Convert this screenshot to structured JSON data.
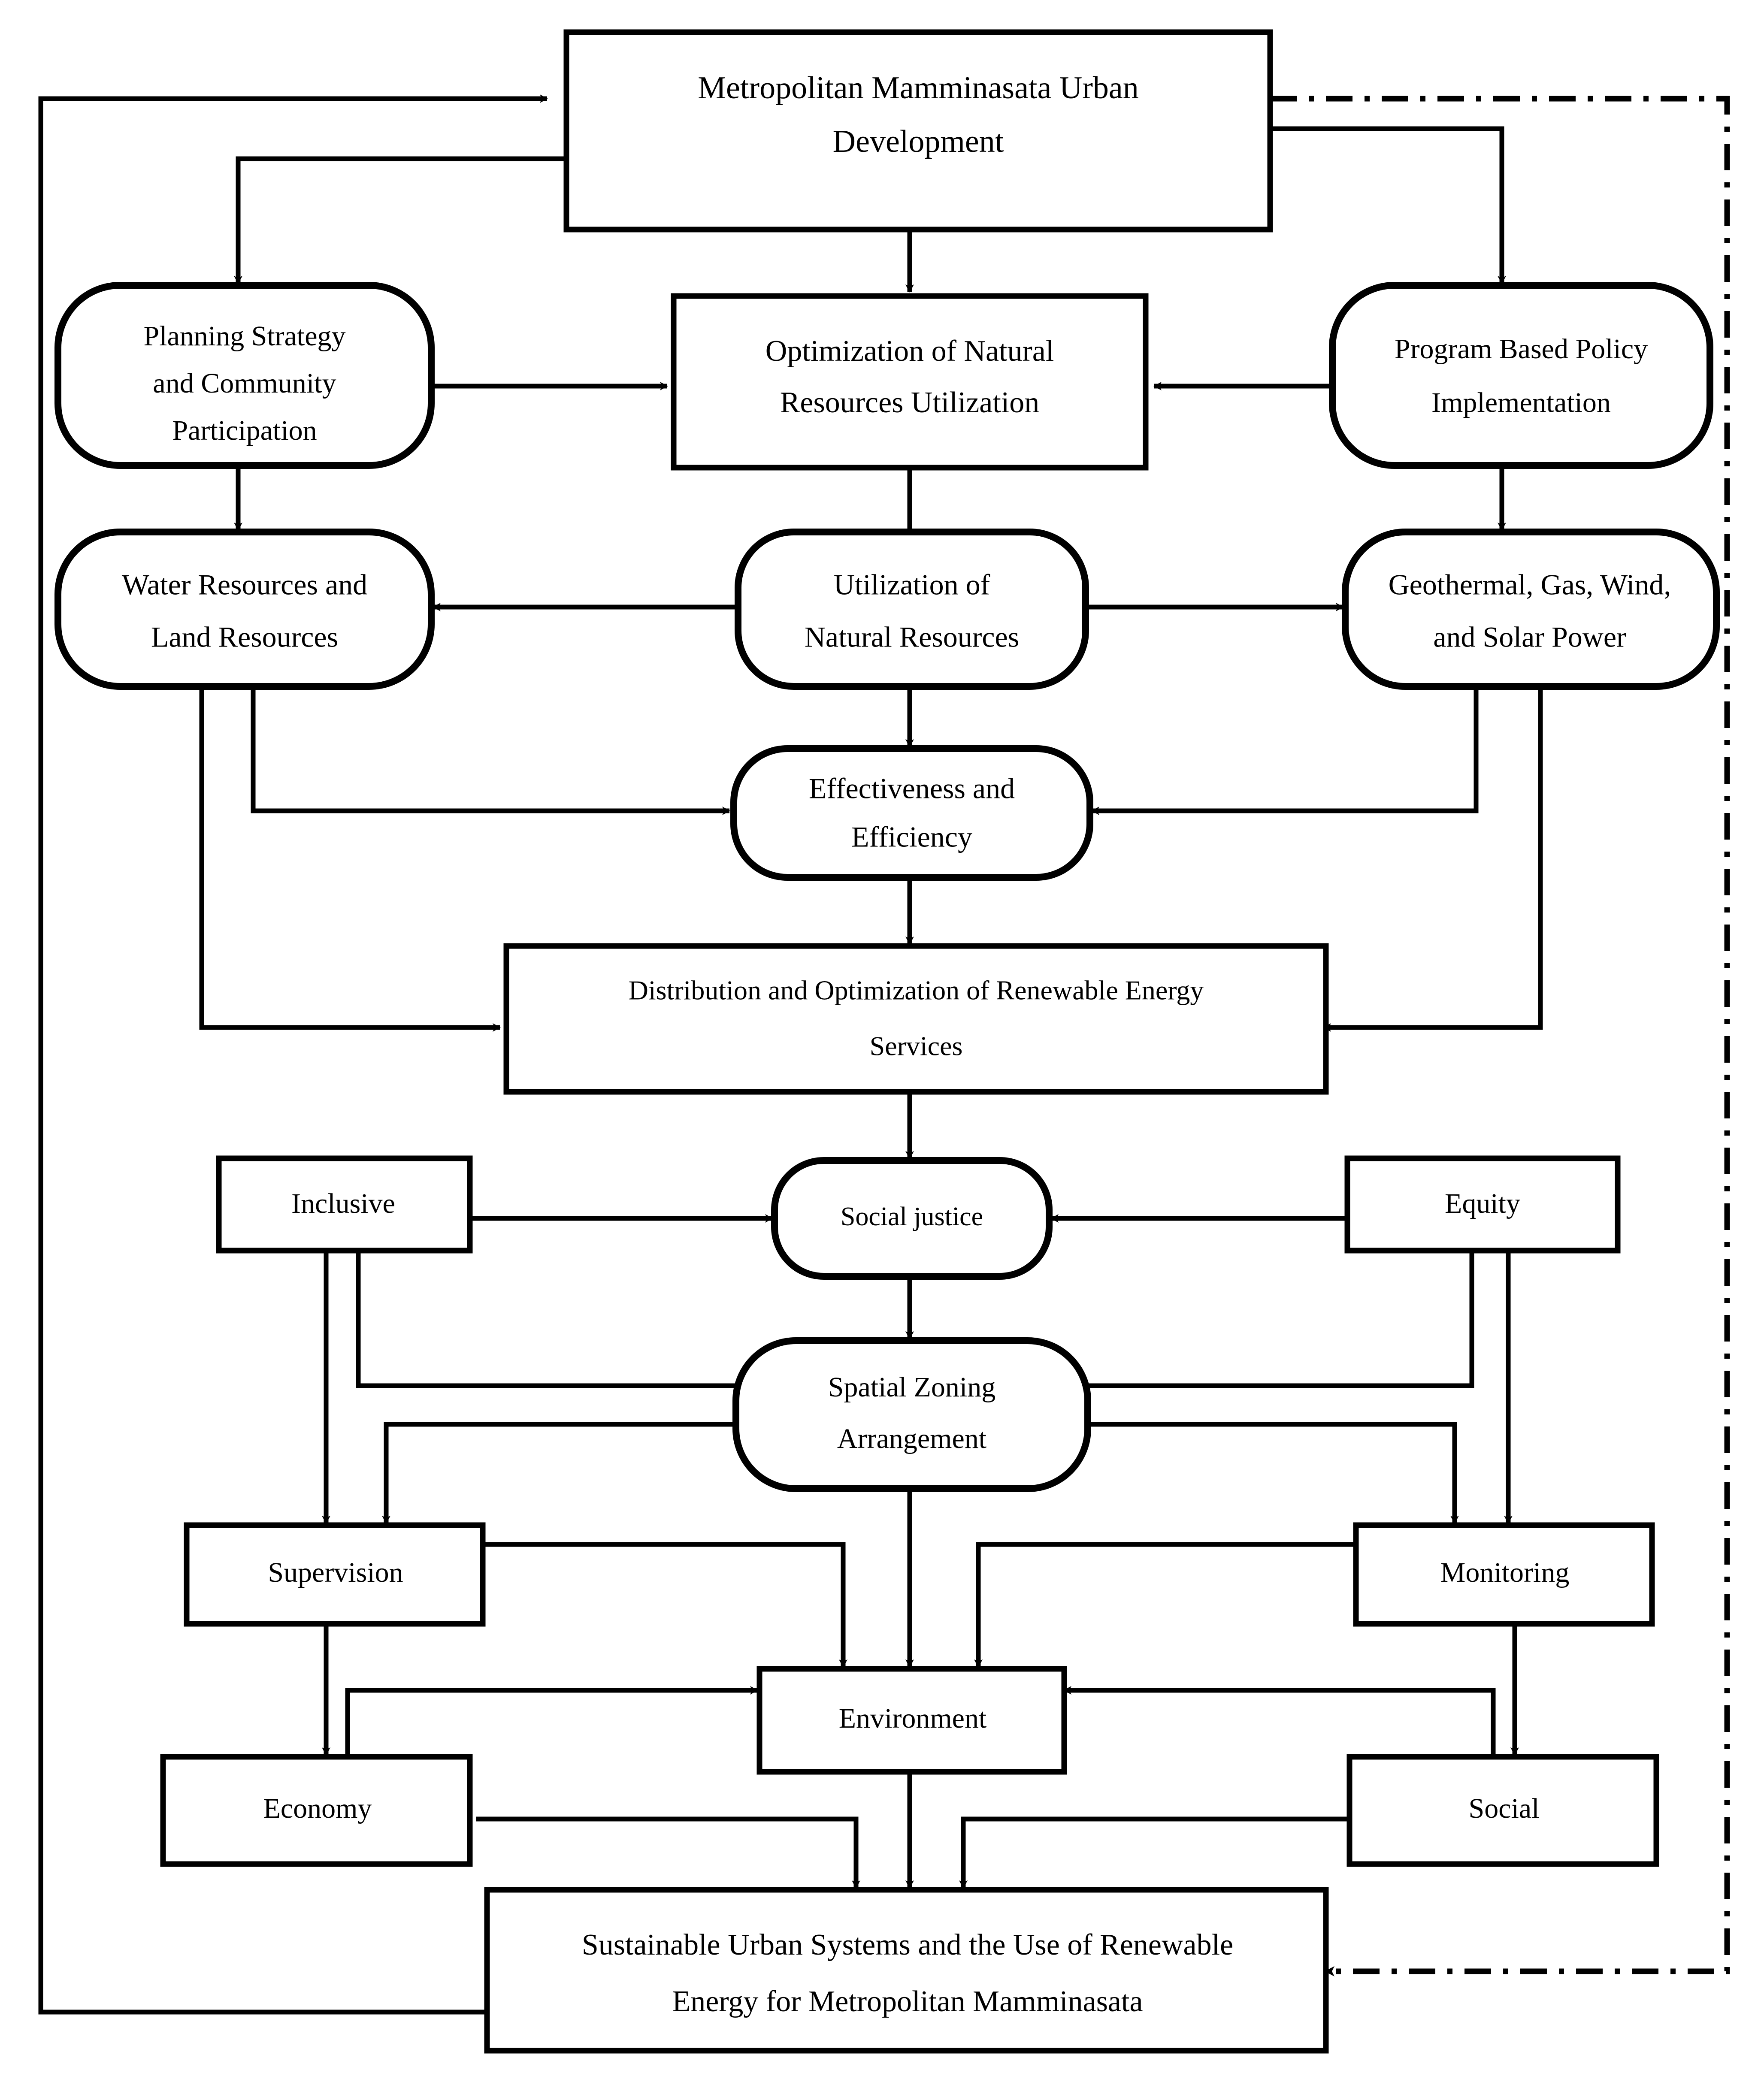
{
  "diagram": {
    "type": "flowchart",
    "title": "Sustainable Urban Systems and Renewable Energy Framework for Metropolitan Mamminasata",
    "colors": {
      "stroke": "#000000",
      "fill": "#ffffff",
      "text": "#000000"
    },
    "nodes": [
      {
        "id": "n1",
        "shape": "rect",
        "lines": [
          "Metropolitan Mamminasata Urban",
          "Development"
        ]
      },
      {
        "id": "n2",
        "shape": "rounded",
        "lines": [
          "Planning Strategy",
          "and Community",
          "Participation"
        ]
      },
      {
        "id": "n3",
        "shape": "rect",
        "lines": [
          "Optimization of Natural",
          "Resources Utilization"
        ]
      },
      {
        "id": "n4",
        "shape": "rounded",
        "lines": [
          "Program Based Policy",
          "Implementation"
        ]
      },
      {
        "id": "n5",
        "shape": "rounded",
        "lines": [
          "Water Resources and",
          "Land Resources"
        ]
      },
      {
        "id": "n6",
        "shape": "rounded",
        "lines": [
          "Utilization of",
          "Natural Resources"
        ]
      },
      {
        "id": "n7",
        "shape": "rounded",
        "lines": [
          "Geothermal, Gas, Wind,",
          "and Solar Power"
        ]
      },
      {
        "id": "n8",
        "shape": "rounded",
        "lines": [
          "Effectiveness and",
          "Efficiency"
        ]
      },
      {
        "id": "n9",
        "shape": "rect",
        "lines": [
          "Distribution and Optimization of Renewable Energy",
          "Services"
        ]
      },
      {
        "id": "n10",
        "shape": "rect",
        "lines": [
          "Inclusive"
        ]
      },
      {
        "id": "n11",
        "shape": "rounded",
        "lines": [
          "Social justice"
        ]
      },
      {
        "id": "n12",
        "shape": "rect",
        "lines": [
          "Equity"
        ]
      },
      {
        "id": "n13",
        "shape": "rounded",
        "lines": [
          "Spatial Zoning",
          "Arrangement"
        ]
      },
      {
        "id": "n14",
        "shape": "rect",
        "lines": [
          "Supervision"
        ]
      },
      {
        "id": "n15",
        "shape": "rect",
        "lines": [
          "Monitoring"
        ]
      },
      {
        "id": "n16",
        "shape": "rect",
        "lines": [
          "Environment"
        ]
      },
      {
        "id": "n17",
        "shape": "rect",
        "lines": [
          "Economy"
        ]
      },
      {
        "id": "n18",
        "shape": "rect",
        "lines": [
          "Social"
        ]
      },
      {
        "id": "n19",
        "shape": "rect",
        "lines": [
          "Sustainable Urban Systems and the Use of Renewable",
          "Energy for Metropolitan Mamminasata"
        ]
      }
    ],
    "edges": [
      {
        "from": "n1",
        "to": "n2",
        "style": "solid"
      },
      {
        "from": "n1",
        "to": "n3",
        "style": "solid"
      },
      {
        "from": "n1",
        "to": "n4",
        "style": "solid"
      },
      {
        "from": "n2",
        "to": "n3",
        "style": "solid"
      },
      {
        "from": "n4",
        "to": "n3",
        "style": "solid"
      },
      {
        "from": "n2",
        "to": "n5",
        "style": "solid"
      },
      {
        "from": "n3",
        "to": "n6",
        "style": "solid"
      },
      {
        "from": "n4",
        "to": "n7",
        "style": "solid"
      },
      {
        "from": "n6",
        "to": "n5",
        "style": "solid"
      },
      {
        "from": "n6",
        "to": "n7",
        "style": "solid"
      },
      {
        "from": "n6",
        "to": "n8",
        "style": "solid"
      },
      {
        "from": "n5",
        "to": "n8",
        "style": "solid"
      },
      {
        "from": "n7",
        "to": "n8",
        "style": "solid"
      },
      {
        "from": "n8",
        "to": "n9",
        "style": "solid"
      },
      {
        "from": "n5",
        "to": "n9",
        "style": "solid"
      },
      {
        "from": "n7",
        "to": "n9",
        "style": "solid"
      },
      {
        "from": "n9",
        "to": "n11",
        "style": "solid"
      },
      {
        "from": "n10",
        "to": "n11",
        "style": "solid"
      },
      {
        "from": "n12",
        "to": "n11",
        "style": "solid"
      },
      {
        "from": "n11",
        "to": "n13",
        "style": "solid"
      },
      {
        "from": "n10",
        "to": "n13",
        "style": "solid"
      },
      {
        "from": "n12",
        "to": "n13",
        "style": "solid"
      },
      {
        "from": "n10",
        "to": "n14",
        "style": "solid"
      },
      {
        "from": "n12",
        "to": "n15",
        "style": "solid"
      },
      {
        "from": "n13",
        "to": "n16",
        "style": "solid"
      },
      {
        "from": "n14",
        "to": "n16",
        "style": "solid"
      },
      {
        "from": "n15",
        "to": "n16",
        "style": "solid"
      },
      {
        "from": "n14",
        "to": "n17",
        "style": "solid"
      },
      {
        "from": "n15",
        "to": "n18",
        "style": "solid"
      },
      {
        "from": "n17",
        "to": "n16",
        "style": "solid"
      },
      {
        "from": "n18",
        "to": "n16",
        "style": "solid"
      },
      {
        "from": "n16",
        "to": "n19",
        "style": "solid"
      },
      {
        "from": "n17",
        "to": "n19",
        "style": "solid"
      },
      {
        "from": "n18",
        "to": "n19",
        "style": "solid"
      },
      {
        "from": "n19",
        "to": "n1",
        "style": "solid",
        "route": "left-feedback"
      },
      {
        "from": "n1",
        "to": "n19",
        "style": "dashdot",
        "route": "right-feedback"
      }
    ]
  }
}
